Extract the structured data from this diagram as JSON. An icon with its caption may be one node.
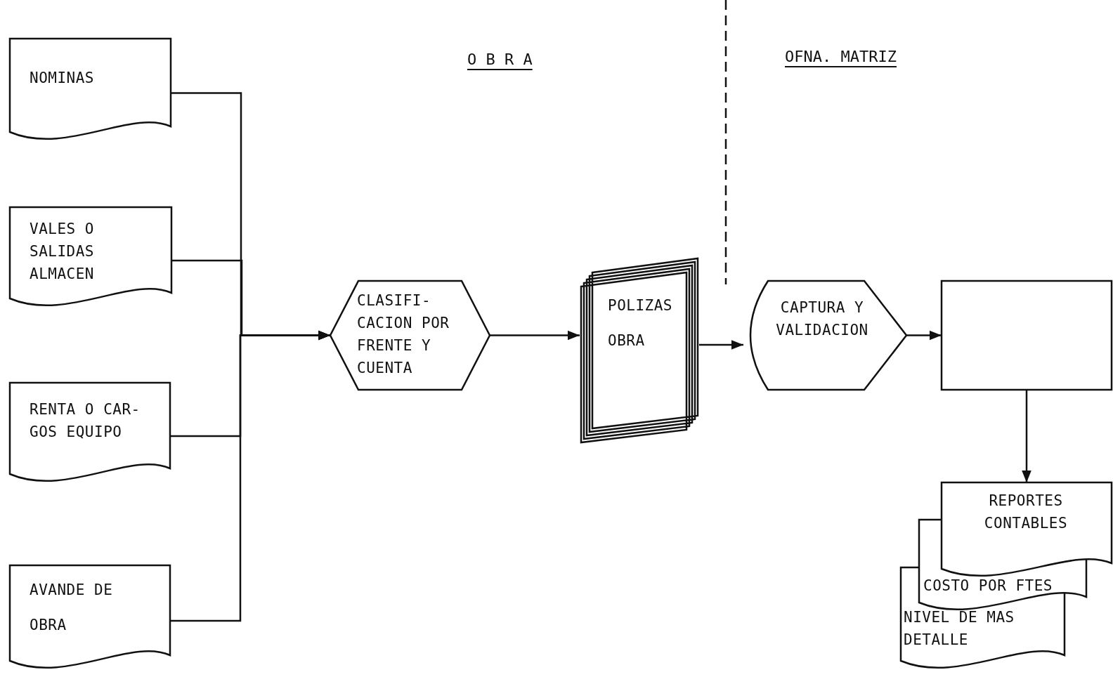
{
  "diagram": {
    "nodes": [
      {
        "text": [
          "NOMINAS"
        ]
      },
      {
        "text": [
          "VALES O SALIDAS ALMACEN"
        ]
      },
      {
        "text": [
          "RENTA O CAR- GOS EQUIPO"
        ]
      },
      {
        "text": [
          "AVANDE DE OBRA"
        ]
      },
      {
        "text": [
          "CLASIFI- CACION POR FRENTE Y CUENTA"
        ]
      },
      {
        "text": [
          "POLIZAS OBRA"
        ]
      },
      {
        "text": [
          "CAPTURA Y VALIDACION"
        ]
      },
      {
        "text": [],
        "shape": "box"
      },
      {
        "text": [
          "REPORTES CONTABLES"
        ]
      },
      {
        "text": [
          "COSTO POR FTES"
        ]
      },
      {
        "text": [
          "NIVEL DE MAS DETALLE"
        ]
      }
    ],
    "edges": [
      {
        "from": 0,
        "to": 4,
        "arrow": "to"
      },
      {
        "from": 1,
        "to": 4,
        "arrow": "to"
      },
      {
        "from": 2,
        "to": 4,
        "arrow": "to"
      },
      {
        "from": 3,
        "to": 4,
        "arrow": "to"
      },
      {
        "from": 4,
        "to": 5,
        "arrow": "to"
      },
      {
        "from": 5,
        "to": 6,
        "arrow": "to"
      },
      {
        "from": 6,
        "to": 7,
        "arrow": "to"
      },
      {
        "from": 7,
        "to": 8,
        "arrow": "to"
      }
    ],
    "labels": [
      "O B R A",
      "OFNA. MATRIZ"
    ]
  }
}
